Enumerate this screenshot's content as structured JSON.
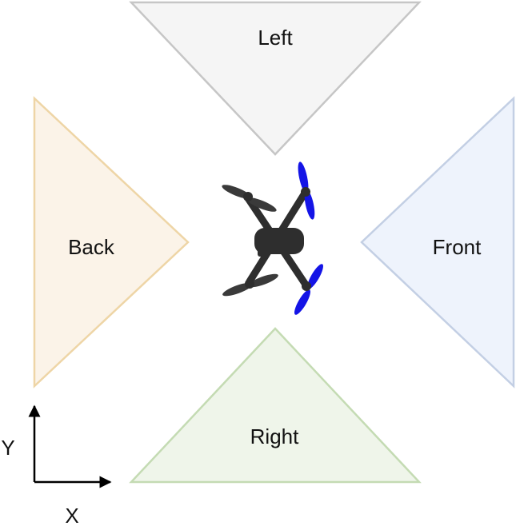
{
  "regions": {
    "left": {
      "label": "Left",
      "fill": "#f5f5f5",
      "stroke": "#c6c6c6"
    },
    "right": {
      "label": "Right",
      "fill": "#eff5ea",
      "stroke": "#c4dbb3"
    },
    "back": {
      "label": "Back",
      "fill": "#fbf3e8",
      "stroke": "#eed5a6"
    },
    "front": {
      "label": "Front",
      "fill": "#eef3fc",
      "stroke": "#c3cfe4"
    }
  },
  "axes": {
    "x_label": "X",
    "y_label": "Y",
    "color": "#000000"
  },
  "drone": {
    "body_color": "#2e2e2e",
    "rear_prop_color": "#3a3a3a",
    "front_prop_color": "#1414e6"
  }
}
